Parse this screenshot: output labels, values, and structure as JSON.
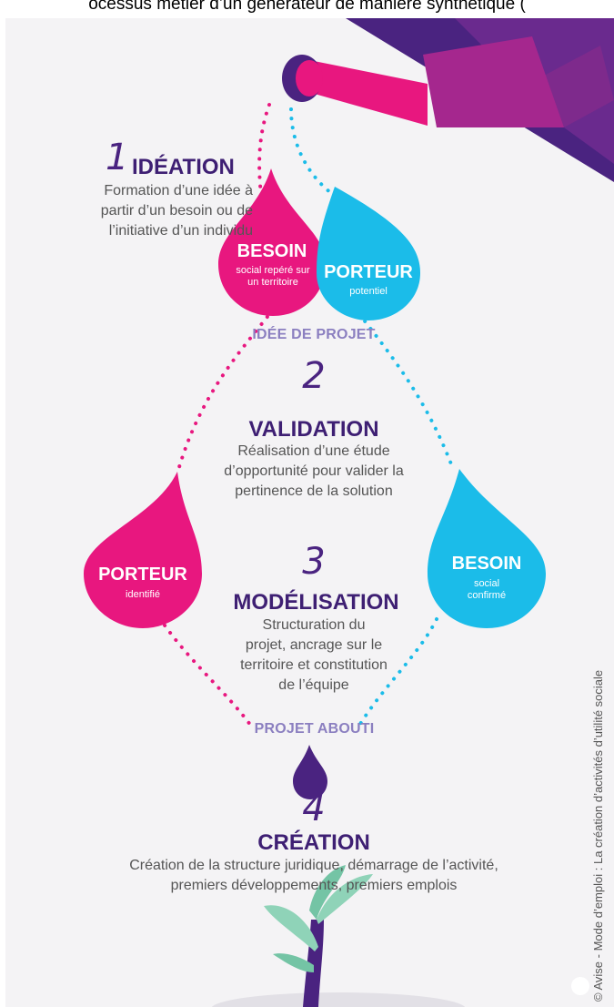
{
  "caption": "ocessus métier d’un générateur de manière synthétique (",
  "stages": [
    {
      "number": "1",
      "title": "IDÉATION",
      "description": [
        "Formation d’une idée à",
        "partir d’un besoin ou de",
        "l’initiative d’un individu"
      ]
    },
    {
      "number": "2",
      "title": "VALIDATION",
      "description": [
        "Réalisation d’une étude",
        "d’opportunité pour valider la",
        "pertinence de la solution"
      ]
    },
    {
      "number": "3",
      "title": "MODÉLISATION",
      "description": [
        "Structuration du",
        "projet, ancrage sur le",
        "territoire et constitution",
        "de l’équipe"
      ]
    },
    {
      "number": "4",
      "title": "CRÉATION",
      "description": [
        "Création de la structure juridique, démarrage de l’activité,",
        "premiers développements, premiers emplois"
      ]
    }
  ],
  "drops": {
    "besoin_top": {
      "title": "BESOIN",
      "subtitle": "social repéré sur un territoire",
      "color": "#e8177f"
    },
    "porteur_top": {
      "title": "PORTEUR",
      "subtitle": "potentiel",
      "color": "#1bbce9"
    },
    "porteur_left": {
      "title": "PORTEUR",
      "subtitle": "identifié",
      "color": "#e8177f"
    },
    "besoin_right": {
      "title": "BESOIN",
      "subtitle": "social confirmé",
      "color": "#1bbce9"
    }
  },
  "milestones": {
    "idee": "IDÉE DE PROJET",
    "projet": "PROJET ABOUTI"
  },
  "copyright": "© Avise - Mode d’emploi : La création d’activités d’utilité sociale",
  "colors": {
    "purple_dark": "#3e1f73",
    "purple_light": "#8b7fc0",
    "magenta": "#e8177f",
    "cyan": "#1bbce9",
    "leaf": "#8fd3b8"
  }
}
